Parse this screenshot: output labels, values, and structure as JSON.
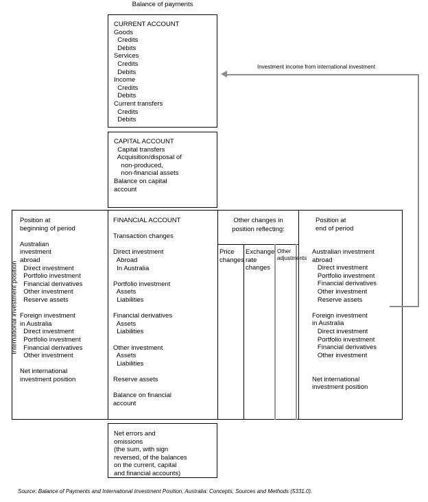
{
  "title": "Balance of payments",
  "axis_label": "International investment position",
  "current_account": "CURRENT ACCOUNT\nGoods\n  Credits\n  Debits\nServices\n  Credits\n  Debits\nIncome\n  Credits\n  Debits\nCurrent transfers\n  Credits\n  Debits",
  "capital_account": "CAPITAL ACCOUNT\n  Capital transfers\n  Acquisition/disposal of\n    non-produced,\n    non-financial assets\nBalance on capital\naccount",
  "net_errors": "Net errors and\nomissions\n(the sum, with sign\nreversed, of the balances\non the current, capital\nand financial accounts)",
  "position_beginning": "Position at\nbeginning of period\n\nAustralian\ninvestment\nabroad\n  Direct investment\n  Portfolio investment\n  Financial derivatives\n  Other investment\n  Reserve assets\n\nForeign investment\nin Australia\n  Direct investment\n  Portfolio investment\n  Financial derivatives\n  Other investment\n\nNet international\ninvestment position",
  "financial_account": "FINANCIAL ACCOUNT\n\nTransaction changes\n\nDirect investment\n  Abroad\n  In Australia\n\nPortfolio investment\n  Assets\n  Liabilities\n\nFinancial derivatives\n  Assets\n  Liabilities\n\nOther investment\n  Assets\n  Liabilities\n\nReserve assets\n\nBalance on financial\naccount",
  "other_changes_header": "Other changes in\nposition reflecting:",
  "other_changes_columns": {
    "price": "Price\nchanges",
    "exchange": "Exchange\nrate\nchanges",
    "other": "Other\nadjustments"
  },
  "position_end_header": "Position at\nend of period",
  "position_end_body": "Australian investment\nabroad\n   Direct investment\n   Portfolio investment\n   Financial derivatives\n   Other investment\n   Reserve assets\n\nForeign investment\nin Australia\n   Direct investment\n   Portfolio investment\n   Financial derivatives\n   Other investment\n\n\nNet international\ninvestment position",
  "arrow_label": "Investment income from international investment",
  "source_note": "Source: Balance of Payments and International Investment Position, Australia: Concepts, Sources and Methods (5331.0).",
  "colors": {
    "line": "#000000",
    "arrow": "#8c8c8c",
    "gray_divider": "#9a9a9a",
    "background": "#ffffff"
  }
}
